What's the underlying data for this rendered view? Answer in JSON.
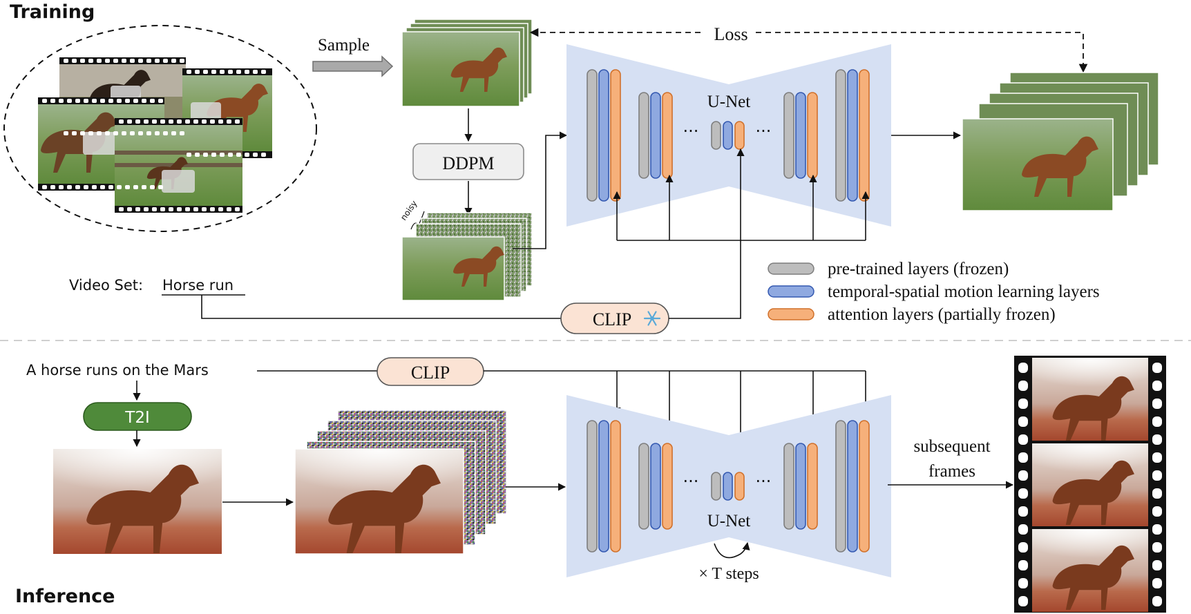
{
  "training": {
    "heading": "Training",
    "sample_label": "Sample",
    "loss_label": "Loss",
    "ddpm_label": "DDPM",
    "noisy_label": "noisy",
    "unet_label": "U-Net",
    "ellipsis": "···",
    "video_set_prefix": "Video Set:",
    "video_set_name": "Horse run",
    "clip_label": "CLIP"
  },
  "legend": [
    {
      "label": "pre-trained layers (frozen)",
      "color": "#bdbdbd"
    },
    {
      "label": "temporal-spatial motion learning layers",
      "color": "#8fa9e0"
    },
    {
      "label": "attention layers (partially frozen)",
      "color": "#f6b07a"
    }
  ],
  "inference": {
    "heading": "Inference",
    "prompt": "A horse runs on the Mars",
    "t2i_label": "T2I",
    "clip_label": "CLIP",
    "unet_label": "U-Net",
    "ellipsis": "···",
    "steps_label": "× T steps",
    "subsequent_line1": "subsequent",
    "subsequent_line2": "frames"
  },
  "colors": {
    "unet_fill": "#d6e0f3",
    "frozen": "#bdbdbd",
    "frozen_stroke": "#7d7d7d",
    "temporal": "#8fa9e0",
    "temporal_stroke": "#3358b0",
    "attention": "#f6b07a",
    "attention_stroke": "#d0702a",
    "clip_fill": "#fbe3d4",
    "t2i_fill": "#4f8a3a",
    "ddpm_fill": "#efefef"
  }
}
